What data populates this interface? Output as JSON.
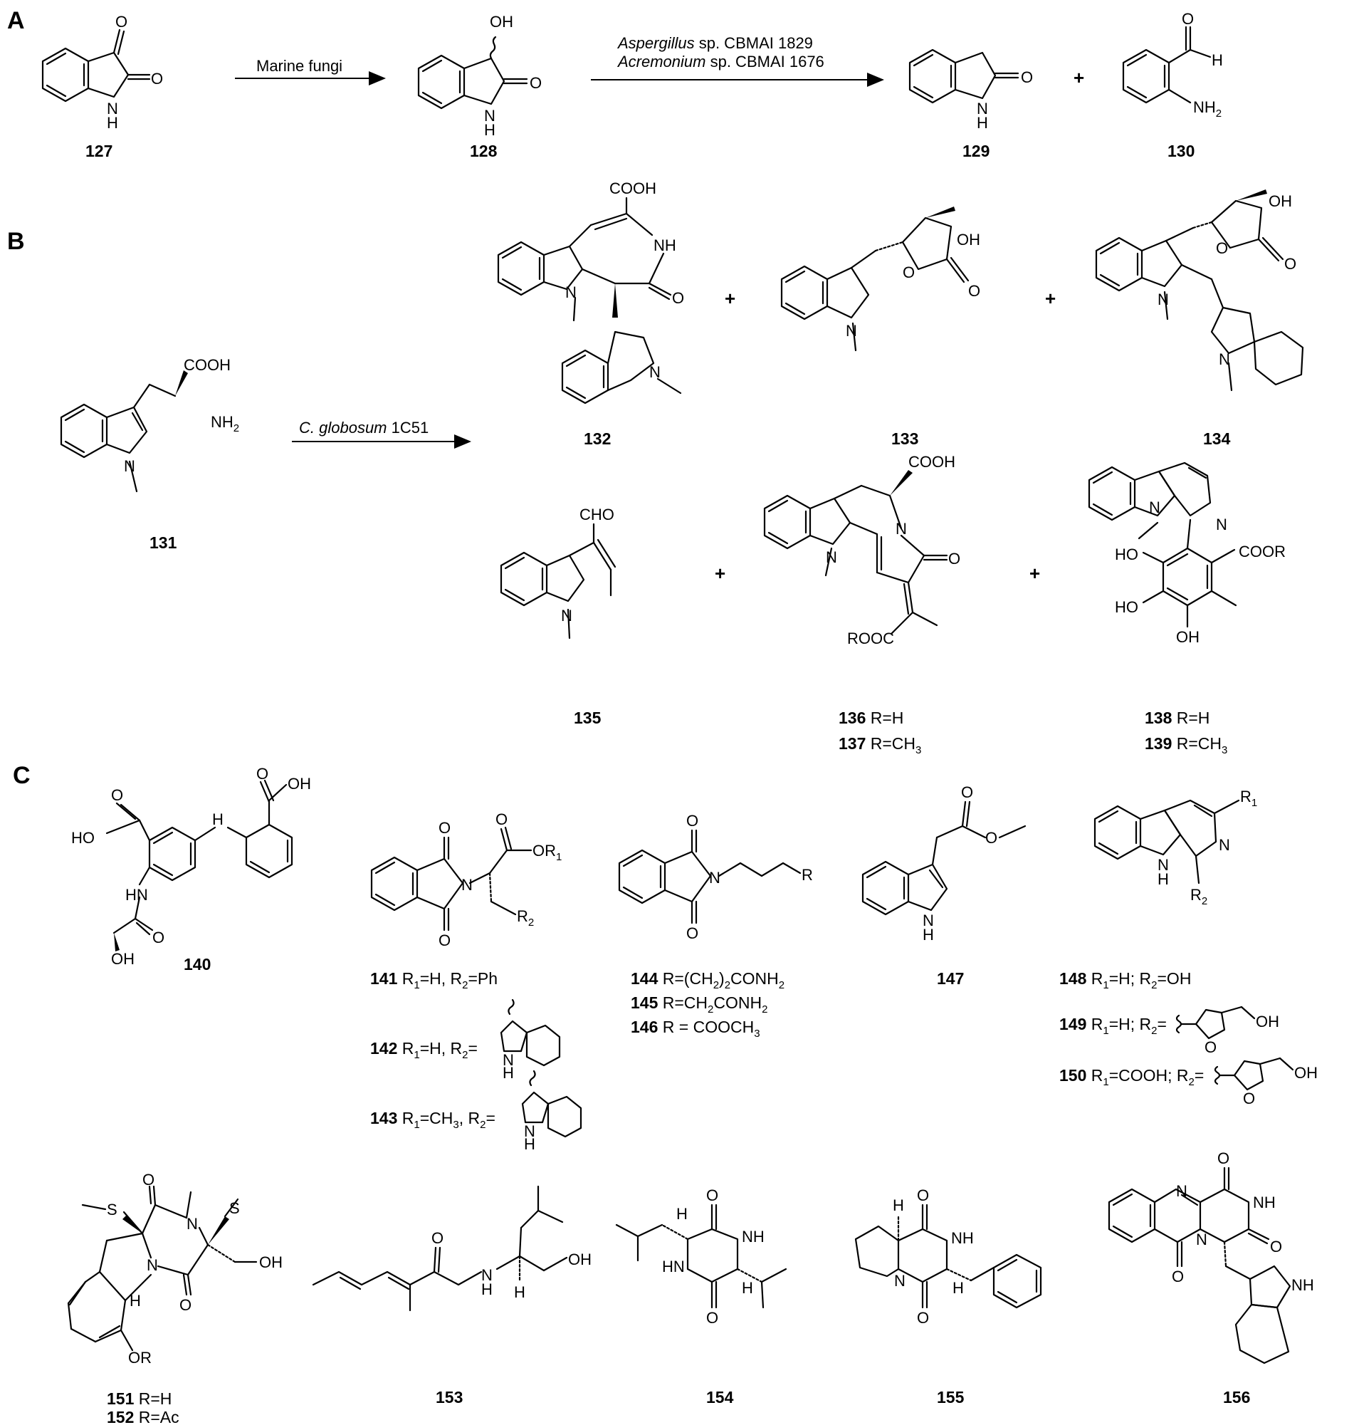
{
  "sections": [
    "A",
    "B",
    "C"
  ],
  "arrows": {
    "a1": "Marine fungi",
    "a2_line1_italic": "Aspergillus",
    "a2_line1_rest": " sp. CBMAI 1829",
    "a2_line2_italic": "Acremonium",
    "a2_line2_rest": " sp. CBMAI 1676",
    "b1_italic": "C. globosum",
    "b1_rest": " 1C51"
  },
  "plus": "+",
  "compounds": {
    "c127": "127",
    "c128": "128",
    "c129": "129",
    "c130": "130",
    "c131": "131",
    "c132": "132",
    "c133": "133",
    "c134": "134",
    "c135": "135",
    "c136": "136",
    "c136_sub": " R=H",
    "c137": "137",
    "c137_sub": " R=CH",
    "c138": "138",
    "c138_sub": " R=H",
    "c139": "139",
    "c139_sub": " R=CH",
    "c140": "140",
    "c141": "141",
    "c141_sub": " R",
    "c142": "142",
    "c143": "143",
    "c144": "144",
    "c144_sub": " R=(CH",
    "c145": "145",
    "c145_sub": " R=CH",
    "c146": "146",
    "c146_sub": " R = COOCH",
    "c147": "147",
    "c148": "148",
    "c149": "149",
    "c150": "150",
    "c151": "151",
    "c151_sub": " R=H",
    "c152": "152",
    "c152_sub": " R=Ac",
    "c153": "153",
    "c154": "154",
    "c155": "155",
    "c156": "156"
  },
  "atoms": {
    "O": "O",
    "OH": "OH",
    "NH": "NH",
    "N": "N",
    "H": "H",
    "COOH": "COOH",
    "CHO": "CHO",
    "COOR": "COOR",
    "ROOC": "ROOC",
    "HO": "HO",
    "S": "S",
    "OR": "OR",
    "NH2": "NH",
    "sub2": "2",
    "sub3": "3",
    "R": "R",
    "OR1": "OR",
    "R1": "R",
    "R2": "R",
    "sub1": "1"
  }
}
